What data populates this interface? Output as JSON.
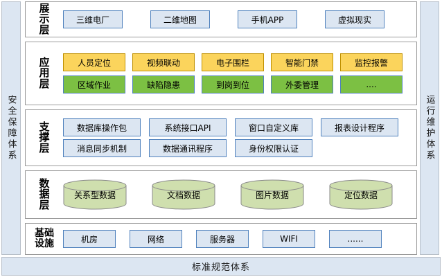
{
  "sidebars": {
    "left": {
      "label": "安全保障体系"
    },
    "right": {
      "label": "运行维护体系"
    }
  },
  "footer": {
    "label": "标准规范体系"
  },
  "colors": {
    "panel_border": "#9a9a9a",
    "sidebar_fill": "#dce6f2",
    "sidebar_border": "#b7bfc9",
    "blue_fill": "#dce6f2",
    "blue_border": "#4f81bd",
    "orange_fill": "#fbd45c",
    "orange_border": "#bf9000",
    "green_fill": "#7cc043",
    "green_border": "#4f81bd",
    "cylinder_fill": "#cfdfae",
    "cylinder_border": "#8a8a8a"
  },
  "layers": [
    {
      "id": "presentation",
      "label": "展示层",
      "rows": [
        {
          "style": "blue",
          "items": [
            "三维电厂",
            "二维地图",
            "手机APP",
            "虚拟现实"
          ]
        }
      ]
    },
    {
      "id": "application",
      "label": "应用层",
      "rows": [
        {
          "style": "orange",
          "items": [
            "人员定位",
            "视频联动",
            "电子围栏",
            "智能门禁",
            "监控报警"
          ]
        },
        {
          "style": "green",
          "items": [
            "区域作业",
            "缺陷隐患",
            "到岗到位",
            "外委管理",
            "...."
          ]
        }
      ]
    },
    {
      "id": "support",
      "label": "支撑层",
      "rows": [
        {
          "style": "blue",
          "items": [
            "数据库操作包",
            "系统接口API",
            "窗口自定义库",
            "报表设计程序"
          ]
        },
        {
          "style": "blue",
          "items": [
            "消息同步机制",
            "数据通讯程序",
            "身份权限认证"
          ]
        }
      ]
    },
    {
      "id": "data",
      "label": "数据层",
      "rows": [
        {
          "style": "cylinder",
          "items": [
            "关系型数据",
            "文档数据",
            "图片数据",
            "定位数据"
          ]
        }
      ]
    },
    {
      "id": "infra",
      "label": "基础设施",
      "rows": [
        {
          "style": "blue",
          "items": [
            "机房",
            "网络",
            "服务器",
            "WIFI",
            "......"
          ]
        }
      ]
    }
  ]
}
